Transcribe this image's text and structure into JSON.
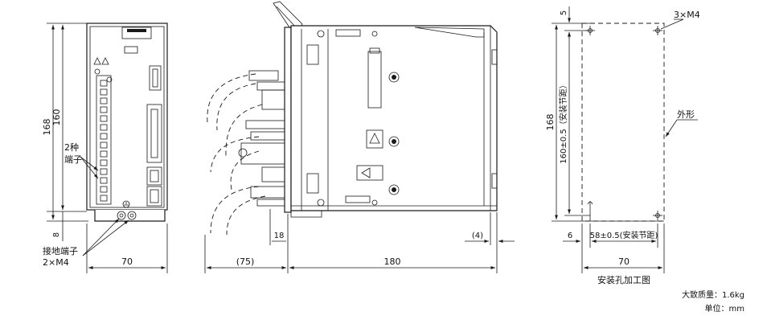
{
  "front_view": {
    "dims": {
      "height_outer": "168",
      "height_inner": "160",
      "bottom_offset": "8",
      "width": "70"
    },
    "labels": {
      "terminal_a_line1": "2种",
      "terminal_a_line2": "端子",
      "ground_line1": "接地端子",
      "ground_line2": "2×M4"
    }
  },
  "side_view": {
    "dims": {
      "cable_clearance": "(75)",
      "connector_offset": "18",
      "depth": "180",
      "rear_offset": "(4)"
    }
  },
  "mount_view": {
    "dims": {
      "height_outer": "168",
      "hole_pitch_v": "160±0.5（安装节距）",
      "top_offset": "5",
      "left_offset": "6",
      "hole_pitch_h": "58±0.5(安装节距)",
      "width": "70"
    },
    "labels": {
      "screw": "3×M4",
      "outline": "外形",
      "title": "安装孔加工图"
    }
  },
  "footer": {
    "weight": "大致质量：1.6kg",
    "unit": "单位：mm"
  },
  "colors": {
    "line": "#1a1a1a",
    "background": "#ffffff"
  }
}
